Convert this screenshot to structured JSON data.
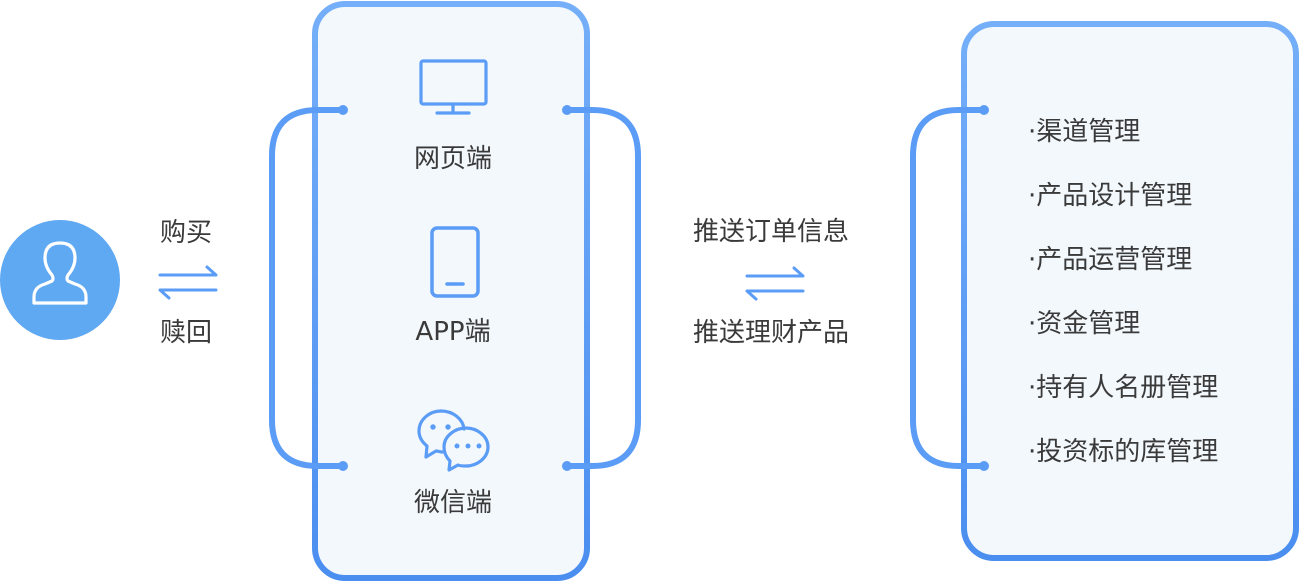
{
  "user": {
    "icon": "user-icon"
  },
  "user_flow": {
    "forward_label": "购买",
    "backward_label": "赎回",
    "arrows_icon": "exchange-arrows-icon"
  },
  "channels": [
    {
      "label": "网页端",
      "icon": "monitor-icon"
    },
    {
      "label": "APP端",
      "icon": "phone-icon"
    },
    {
      "label": "微信端",
      "icon": "wechat-icon"
    }
  ],
  "platform_flow": {
    "forward_label": "推送订单信息",
    "backward_label": "推送理财产品",
    "arrows_icon": "exchange-arrows-icon"
  },
  "management": {
    "items": [
      "·渠道管理",
      "·产品设计管理",
      "·产品运营管理",
      "·资金管理",
      "·持有人名册管理",
      "·投资标的库管理"
    ]
  },
  "colors": {
    "accent": "#5b9cf6",
    "accent_dark": "#4a8ef0",
    "box_fill": "#f3f8fc",
    "avatar": "#5fa8f2",
    "text": "#3a3a3a"
  }
}
